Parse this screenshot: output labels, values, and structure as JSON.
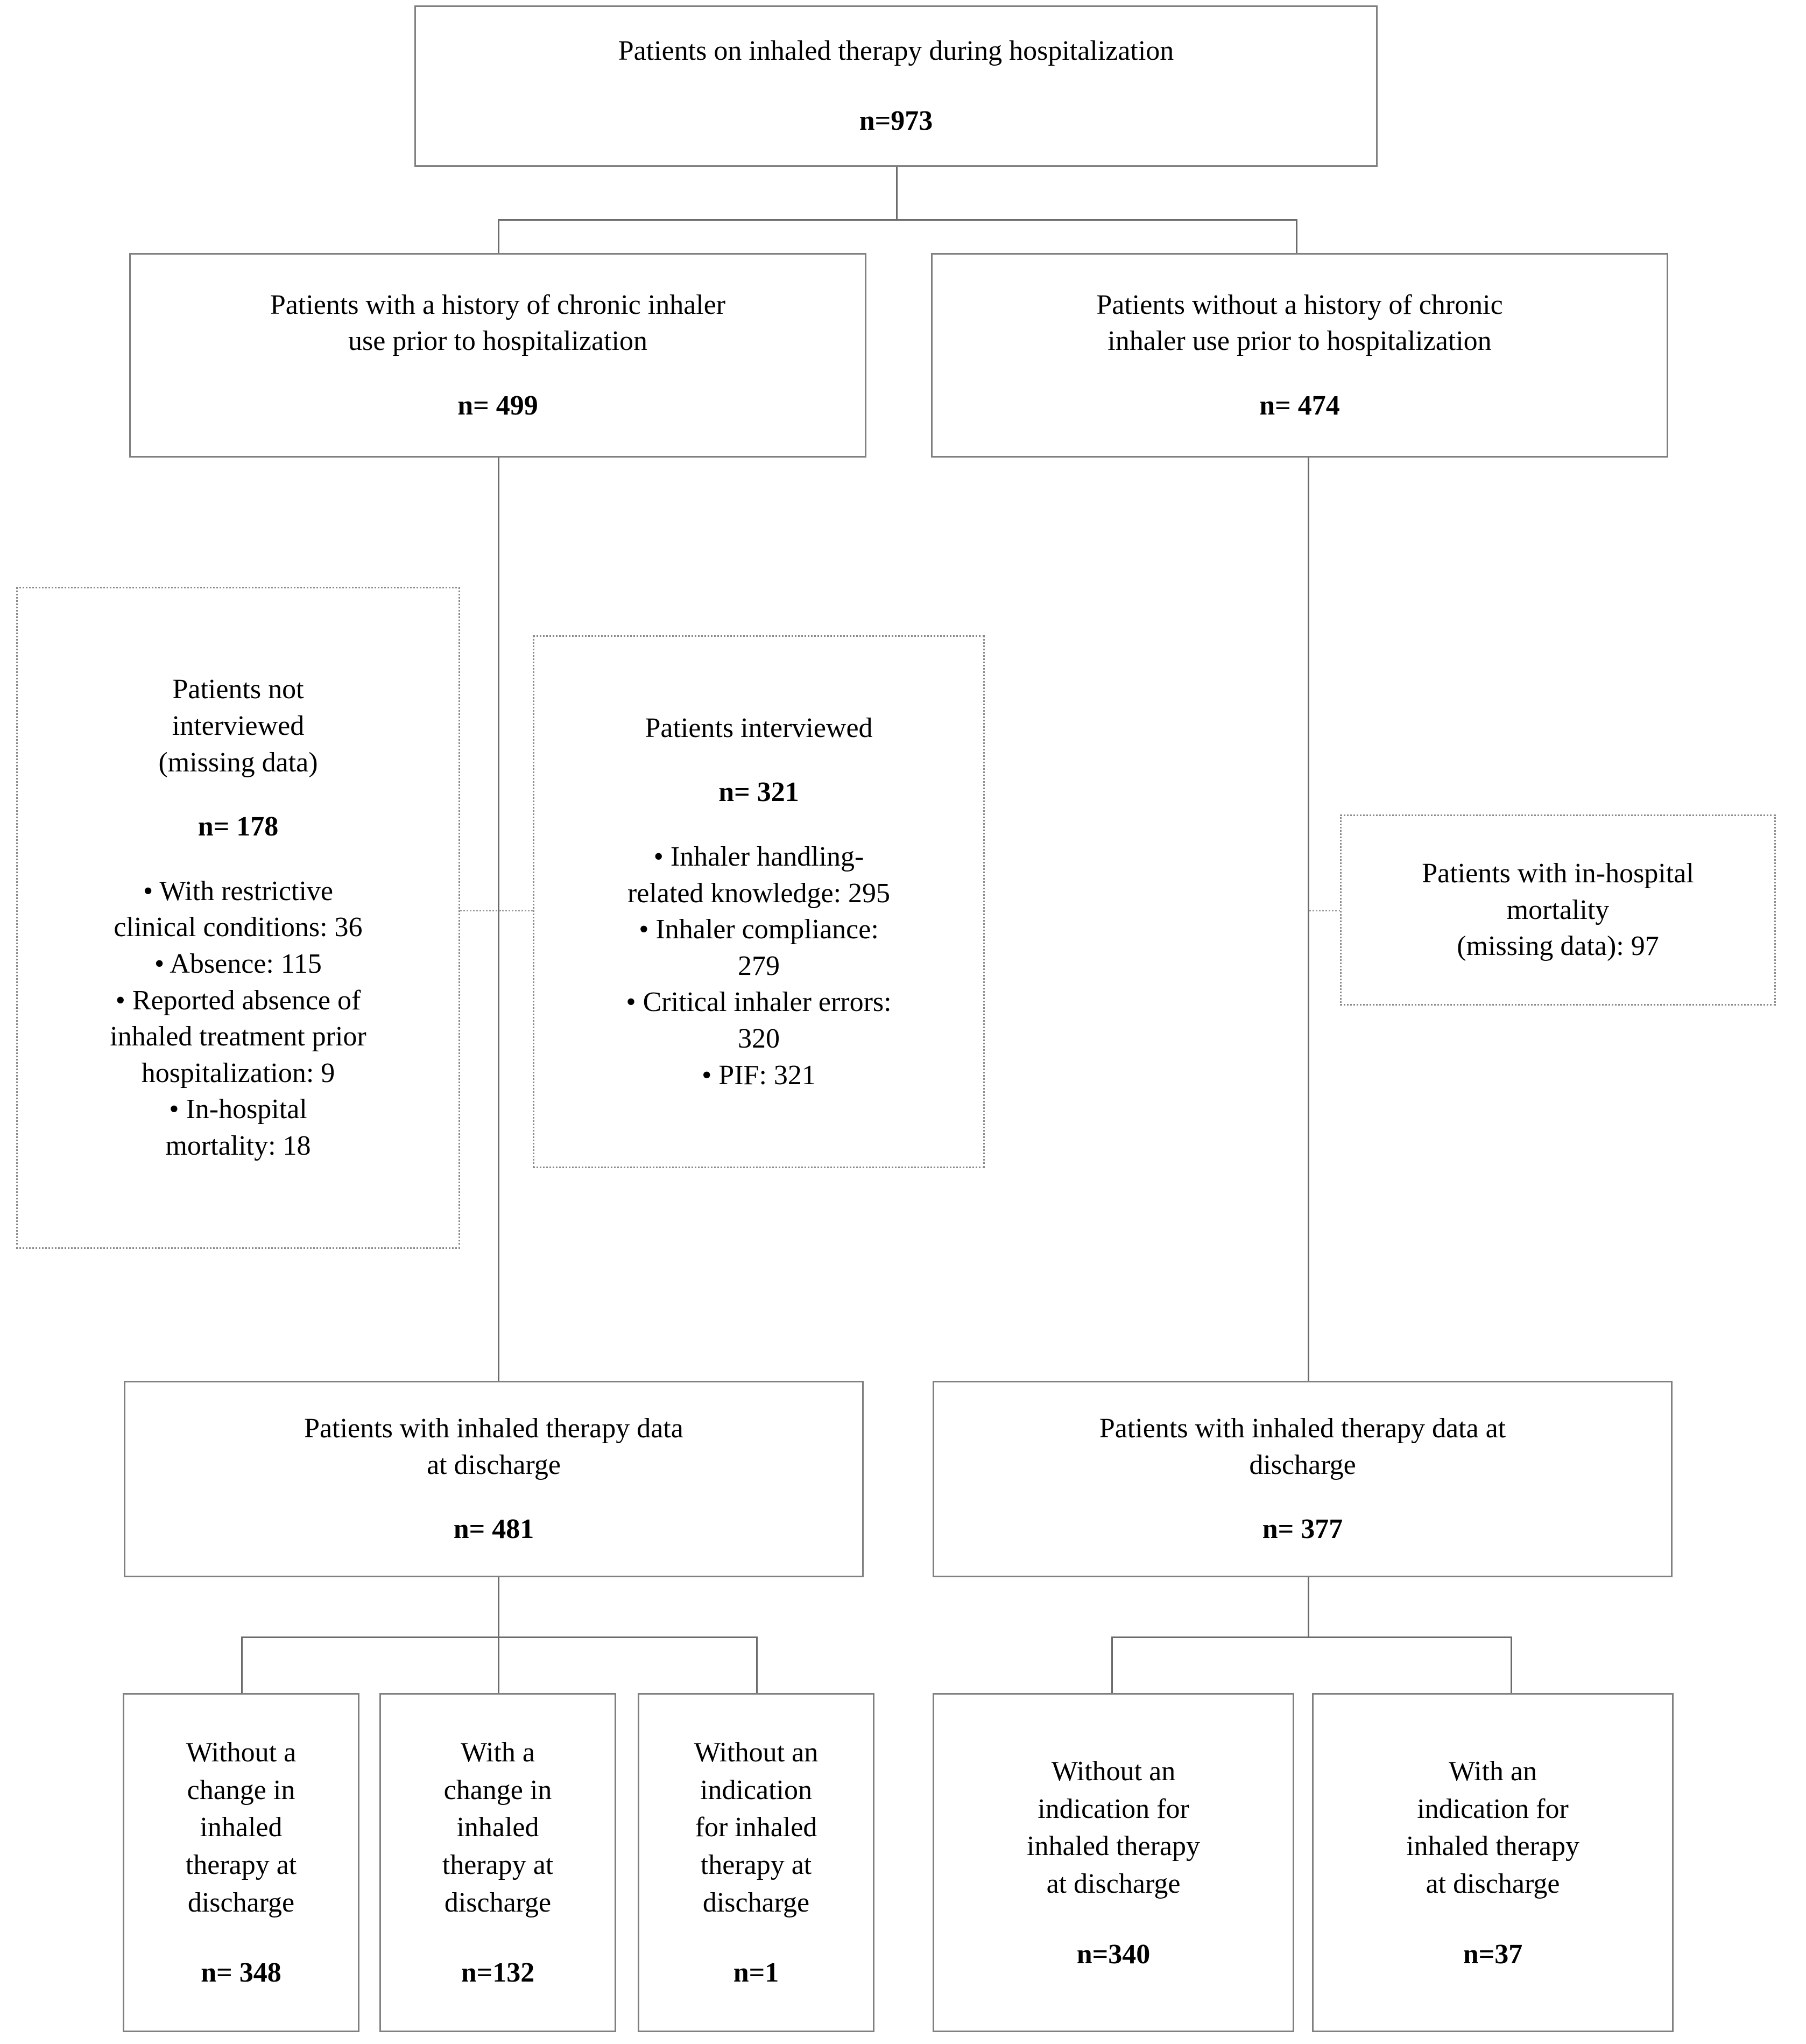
{
  "diagram": {
    "type": "flowchart",
    "title": "Patient flow diagram for inhaled therapy study",
    "nodes": {
      "root": {
        "title": "Patients on inhaled therapy during hospitalization",
        "count": "n=973"
      },
      "chronic_yes": {
        "title": "Patients with a history of chronic inhaler\nuse prior to hospitalization",
        "count": "n= 499"
      },
      "chronic_no": {
        "title": "Patients without a history of chronic\ninhaler use prior to hospitalization",
        "count": "n= 474"
      },
      "not_interviewed": {
        "title": "Patients not\ninterviewed\n(missing data)",
        "count": "n= 178",
        "bullets": "• With restrictive\nclinical conditions: 36\n• Absence: 115\n• Reported absence of\ninhaled treatment prior\nhospitalization: 9\n• In-hospital\nmortality: 18"
      },
      "interviewed": {
        "title": "Patients interviewed",
        "count": "n= 321",
        "bullets": "• Inhaler handling-\nrelated knowledge: 295\n• Inhaler compliance:\n279\n• Critical inhaler errors:\n320\n• PIF: 321"
      },
      "mortality": {
        "title": "Patients with in-hospital\nmortality\n(missing data): 97"
      },
      "discharge_left": {
        "title": "Patients with inhaled therapy data\nat discharge",
        "count": "n= 481"
      },
      "discharge_right": {
        "title": "Patients with inhaled therapy data at\ndischarge",
        "count": "n= 377"
      },
      "leaf_no_change": {
        "title": "Without a\nchange in\ninhaled\ntherapy at\ndischarge",
        "count": "n= 348"
      },
      "leaf_change": {
        "title": "With a\nchange in\ninhaled\ntherapy at\ndischarge",
        "count": "n=132"
      },
      "leaf_no_indication_left": {
        "title": "Without an\nindication\nfor inhaled\ntherapy at\ndischarge",
        "count": "n=1"
      },
      "leaf_no_indication_right": {
        "title": "Without an\nindication for\ninhaled therapy\nat discharge",
        "count": "n=340"
      },
      "leaf_indication_right": {
        "title": "With an\nindication for\ninhaled therapy\nat discharge",
        "count": "n=37"
      }
    },
    "colors": {
      "box_border": "#808080",
      "dotted_border": "#8a8a8a",
      "connector": "#6b6b6b",
      "text": "#000000",
      "background": "#ffffff"
    }
  }
}
